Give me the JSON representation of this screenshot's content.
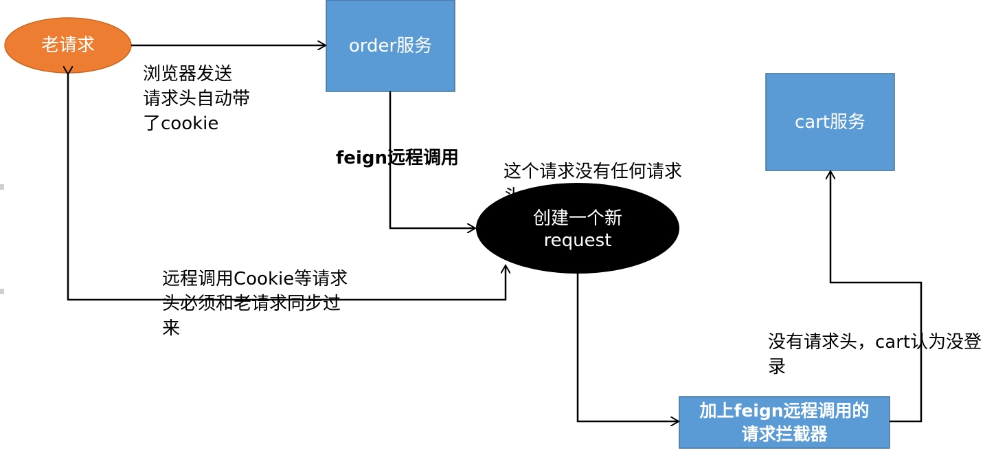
{
  "nodes": {
    "old_request": "老请求",
    "order_service": "order服务",
    "cart_service": "cart服务",
    "new_request": "创建一个新\nrequest",
    "interceptor": "加上feign远程调用的\n请求拦截器"
  },
  "labels": {
    "browser_send": "浏览器发送\n请求头自动带\n了cookie",
    "feign_call": "feign远程调用",
    "no_headers": "这个请求没有任何请求\n头",
    "sync_cookie": "远程调用Cookie等请求\n头必须和老请求同步过\n来",
    "cart_not_logged_in": "没有请求头，cart认为没登\n录"
  },
  "colors": {
    "ellipse_orange": "#ED7D31",
    "box_blue": "#5B9BD5",
    "ellipse_black": "#000000",
    "text_white": "#FFFFFF",
    "arrow": "#000000"
  }
}
